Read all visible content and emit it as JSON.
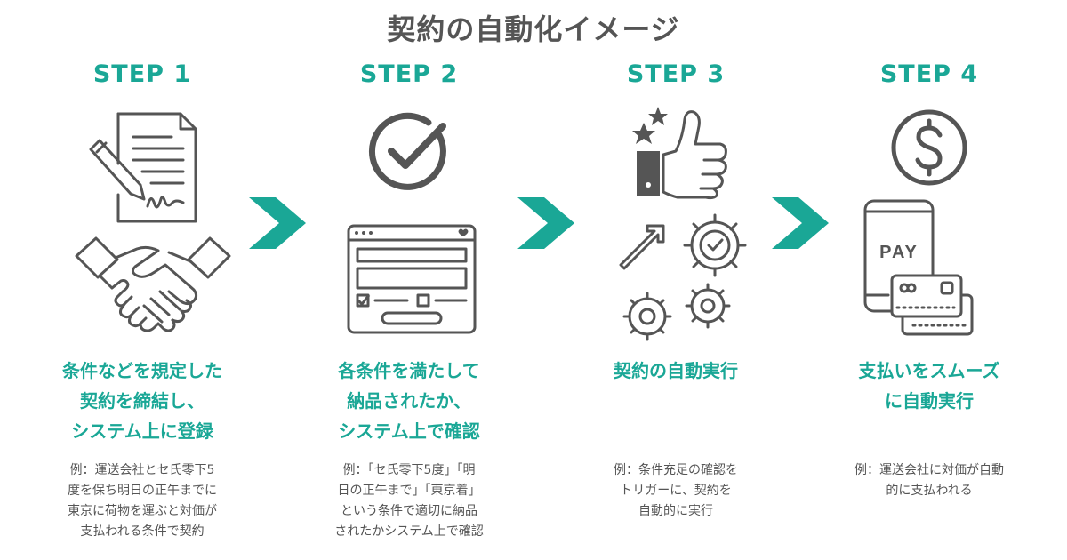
{
  "title": "契約の自動化イメージ",
  "accent_color": "#1aa796",
  "icon_color": "#555555",
  "steps": [
    {
      "label": "STEP 1",
      "icons": [
        "contract-signing-icon",
        "handshake-icon"
      ],
      "text_lines": [
        "条件などを規定した",
        "契約を締結し、",
        "システム上に登録"
      ],
      "example_lines": [
        "例：運送会社とセ氏零下5",
        "度を保ち明日の正午までに",
        "東京に荷物を運ぶと対価が",
        "支払われる条件で契約"
      ]
    },
    {
      "label": "STEP 2",
      "icons": [
        "checkmark-circle-icon",
        "web-form-icon"
      ],
      "text_lines": [
        "各条件を満たして",
        "納品されたか、",
        "システム上で確認"
      ],
      "example_lines": [
        "例：「セ氏零下5度」「明",
        "日の正午まで」「東京着」",
        "という条件で適切に納品",
        "されたかシステム上で確認"
      ]
    },
    {
      "label": "STEP 3",
      "icons": [
        "thumbs-up-icon",
        "gears-icon"
      ],
      "text_lines": [
        "契約の自動実行"
      ],
      "example_lines": [
        "例：条件充足の確認を",
        "トリガーに、契約を",
        "自動的に実行"
      ]
    },
    {
      "label": "STEP 4",
      "icons": [
        "dollar-coin-icon",
        "mobile-pay-icon"
      ],
      "text_lines": [
        "支払いをスムーズ",
        "に自動実行"
      ],
      "example_lines": [
        "例：運送会社に対価が自動",
        "的に支払われる"
      ]
    }
  ],
  "pay_text": "PAY"
}
